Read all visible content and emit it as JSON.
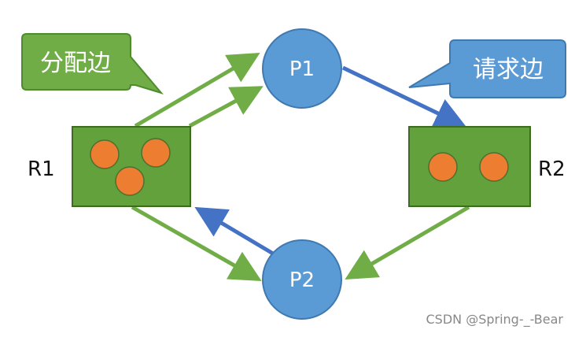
{
  "diagram": {
    "callouts": {
      "allocation": "分配边",
      "request": "请求边"
    },
    "processes": {
      "p1": "P1",
      "p2": "P2"
    },
    "resources": {
      "r1": {
        "label": "R1",
        "instances": 3
      },
      "r2": {
        "label": "R2",
        "instances": 2
      }
    }
  },
  "watermark": "CSDN @Spring-_-Bear",
  "colors": {
    "green": "#70ad47",
    "green_fill": "#62a13c",
    "blue": "#5b9bd5",
    "blue_edge": "#4472c4",
    "orange": "#ed7d31",
    "text_white": "#ffffff",
    "text_dark": "#111111",
    "watermark": "#888888"
  }
}
